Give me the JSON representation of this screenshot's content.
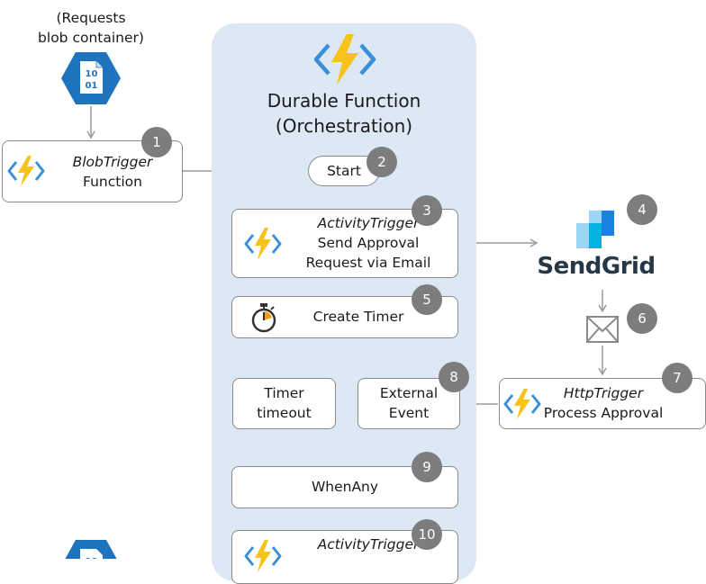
{
  "requests_label": [
    "(Requests",
    "blob container)"
  ],
  "blob_icon_text": [
    "10",
    "01"
  ],
  "durable_title": [
    "Durable Function",
    "(Orchestration)"
  ],
  "blob_trigger": {
    "type": "BlobTrigger",
    "name": "Function"
  },
  "start": {
    "label": "Start"
  },
  "activity_send": {
    "type": "ActivityTrigger",
    "lines": [
      "Send Approval",
      "Request via Email"
    ]
  },
  "sendgrid": {
    "label": "SendGrid"
  },
  "create_timer": {
    "label": "Create Timer"
  },
  "timer_timeout": {
    "lines": [
      "Timer",
      "timeout"
    ]
  },
  "external_event": {
    "lines": [
      "External",
      "Event"
    ]
  },
  "http_trigger": {
    "type": "HttpTrigger",
    "name": "Process Approval"
  },
  "when_any": {
    "label": "WhenAny"
  },
  "activity_final": {
    "type": "ActivityTrigger"
  },
  "badges": [
    "1",
    "2",
    "3",
    "4",
    "5",
    "6",
    "7",
    "8",
    "9",
    "10"
  ],
  "colors": {
    "panel": "#dde8f5",
    "badge": "#7d7d7d",
    "azure_blue": "#1e73be",
    "bolt": "#f7c31a",
    "brackets": "#3a8fd6",
    "sendgrid_text": "#263746",
    "arrow": "#9a9a9a"
  }
}
